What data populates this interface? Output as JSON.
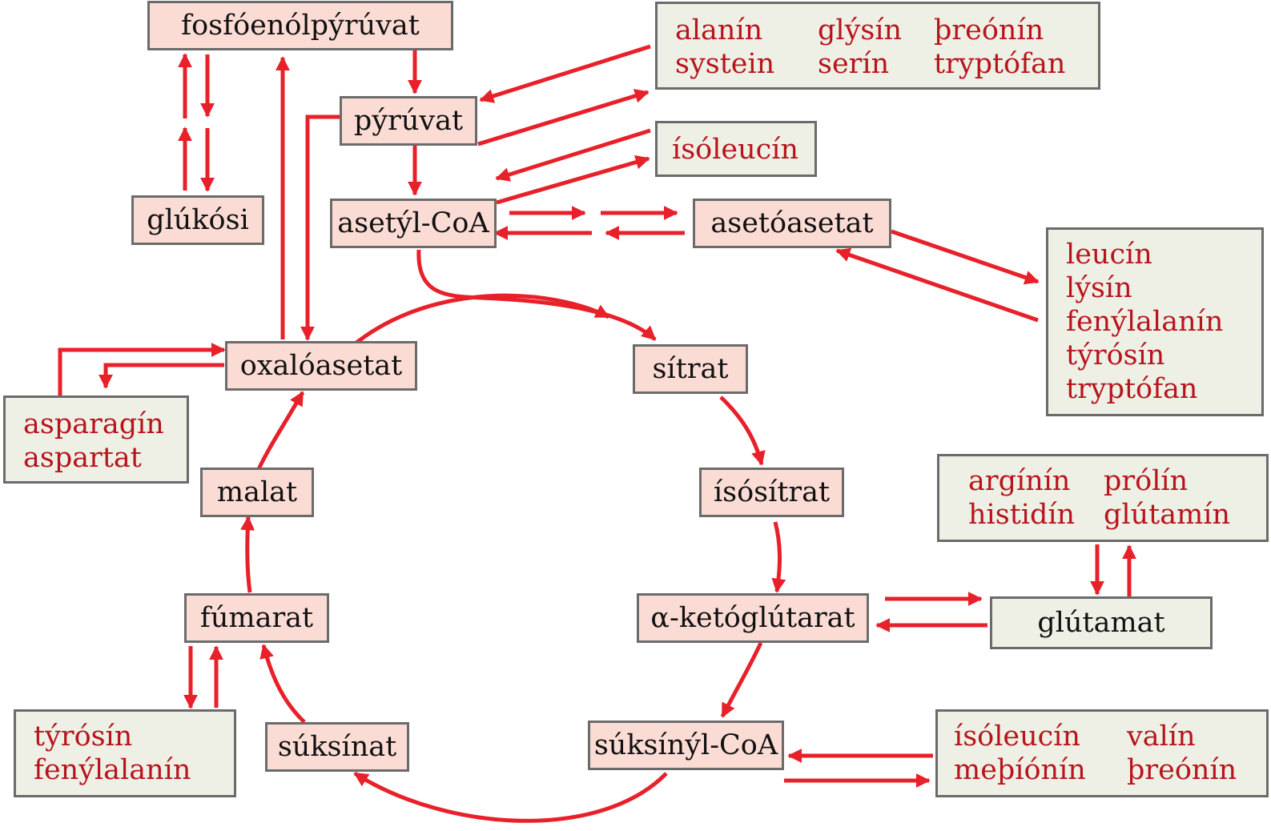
{
  "colors": {
    "arrow": "#e8202a",
    "metabolite_fill": "#fbdcd5",
    "amino_fill": "#eef0e6",
    "border": "#6b6b6b",
    "amino_text": "#b8141b"
  },
  "metabolites": {
    "pep": "fosfóenólpýrúvat",
    "pyruvate": "pýrúvat",
    "glucose": "glúkósi",
    "acetylcoa": "asetýl-CoA",
    "acetoacetate": "asetóasetat",
    "oxaloacetate": "oxalóasetat",
    "citrate": "sítrat",
    "isocitrate": "ísósítrat",
    "akg": "α-ketóglútarat",
    "succinylcoa": "súksínýl-CoA",
    "succinate": "súksínat",
    "fumarate": "fúmarat",
    "malate": "malat",
    "glutamate": "glútamat"
  },
  "amino_groups": {
    "pyruvate_group": {
      "col1": [
        "alanín",
        "systein"
      ],
      "col2": [
        "glýsín",
        "serín"
      ],
      "col3": [
        "þreónín",
        "tryptófan"
      ]
    },
    "isoleucine_group": {
      "col1": [
        "ísóleucín"
      ]
    },
    "acetoacetate_group": {
      "col1": [
        "leucín",
        "lýsín",
        "fenýlalanín",
        "týrósín",
        "tryptófan"
      ]
    },
    "oxaloacetate_group": {
      "col1": [
        "asparagín",
        "aspartat"
      ]
    },
    "glutamate_group": {
      "col1": [
        "argínín",
        "histidín"
      ],
      "col2": [
        "prólín",
        "glútamín"
      ]
    },
    "fumarate_group": {
      "col1": [
        "týrósín",
        "fenýlalanín"
      ]
    },
    "succinylcoa_group": {
      "col1": [
        "ísóleucín",
        "meþíónín"
      ],
      "col2": [
        "valín",
        "þreónín"
      ]
    }
  }
}
